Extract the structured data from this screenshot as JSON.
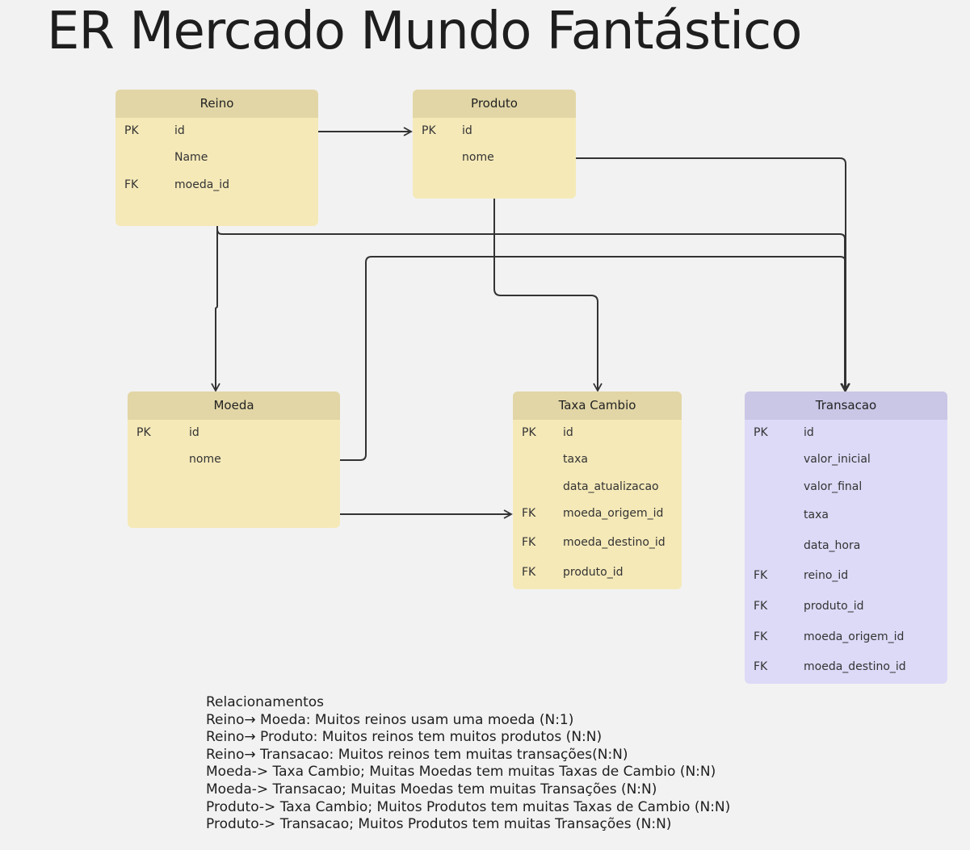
{
  "title": "ER Mercado Mundo Fantástico",
  "entities": {
    "reino": {
      "name": "Reino",
      "rows": [
        {
          "key": "PK",
          "field": "id"
        },
        {
          "key": "",
          "field": "Name"
        },
        {
          "key": "FK",
          "field": "moeda_id"
        }
      ]
    },
    "produto": {
      "name": "Produto",
      "rows": [
        {
          "key": "PK",
          "field": "id"
        },
        {
          "key": "",
          "field": "nome"
        }
      ]
    },
    "moeda": {
      "name": "Moeda",
      "rows": [
        {
          "key": "PK",
          "field": "id"
        },
        {
          "key": "",
          "field": "nome"
        }
      ]
    },
    "taxa_cambio": {
      "name": "Taxa Cambio",
      "rows": [
        {
          "key": "PK",
          "field": "id"
        },
        {
          "key": "",
          "field": "taxa"
        },
        {
          "key": "",
          "field": "data_atualizacao"
        },
        {
          "key": "FK",
          "field": "moeda_origem_id"
        },
        {
          "key": "FK",
          "field": "moeda_destino_id"
        },
        {
          "key": "FK",
          "field": "produto_id"
        }
      ]
    },
    "transacao": {
      "name": "Transacao",
      "rows": [
        {
          "key": "PK",
          "field": "id"
        },
        {
          "key": "",
          "field": "valor_inicial"
        },
        {
          "key": "",
          "field": "valor_final"
        },
        {
          "key": "",
          "field": "taxa"
        },
        {
          "key": "",
          "field": "data_hora"
        },
        {
          "key": "FK",
          "field": "reino_id"
        },
        {
          "key": "FK",
          "field": "produto_id"
        },
        {
          "key": "FK",
          "field": "moeda_origem_id"
        },
        {
          "key": "FK",
          "field": "moeda_destino_id"
        }
      ]
    }
  },
  "notes": [
    "Relacionamentos",
    "Reino→ Moeda: Muitos reinos usam uma moeda (N:1)",
    "Reino→ Produto: Muitos reinos tem muitos produtos (N:N)",
    "Reino→ Transacao: Muitos reinos tem muitas transações(N:N)",
    "Moeda-> Taxa Cambio; Muitas Moedas tem muitas Taxas de Cambio (N:N)",
    "Moeda-> Transacao; Muitas Moedas tem muitas Transações (N:N)",
    "Produto-> Taxa Cambio; Muitos Produtos tem muitas Taxas de Cambio (N:N)",
    "Produto-> Transacao; Muitos Produtos tem muitas Transações (N:N)"
  ],
  "colors": {
    "background": "#f2f2f2",
    "entity_fill": "#f5e9b8",
    "entity_header": "#e2d6a6",
    "transacao_fill": "#dcdaf7",
    "transacao_header": "#c9c6e6",
    "connector": "#333333"
  }
}
